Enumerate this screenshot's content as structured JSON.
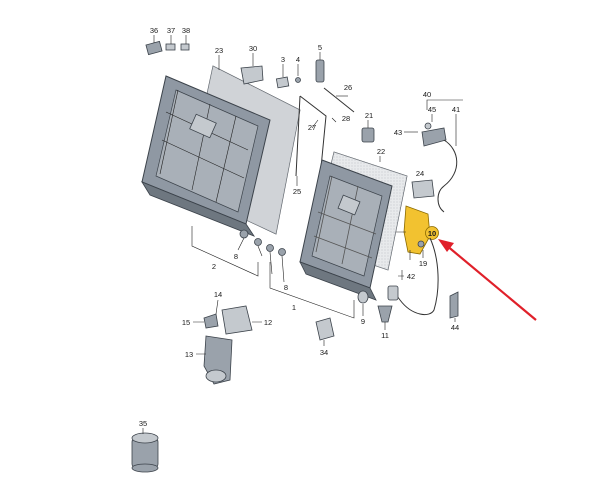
{
  "diagram": {
    "callouts": {
      "n36": "36",
      "n37": "37",
      "n38": "38",
      "n23": "23",
      "n30": "30",
      "n3": "3",
      "n4": "4",
      "n5": "5",
      "n26": "26",
      "n27": "27",
      "n28": "28",
      "n25": "25",
      "n21": "21",
      "n22": "22",
      "n24": "24",
      "n40": "40",
      "n45": "45",
      "n41": "41",
      "n43": "43",
      "n2": "2",
      "n8a": "8",
      "n8b": "8",
      "n1": "1",
      "n19": "19",
      "n42": "42",
      "n9": "9",
      "n11": "11",
      "n44": "44",
      "n14": "14",
      "n15": "15",
      "n12": "12",
      "n13": "13",
      "n34": "34",
      "n35": "35"
    },
    "highlight_label": "10"
  },
  "colors": {
    "highlight": "#f2c230",
    "arrow": "#e0202a",
    "frame": "#8f98a3"
  }
}
